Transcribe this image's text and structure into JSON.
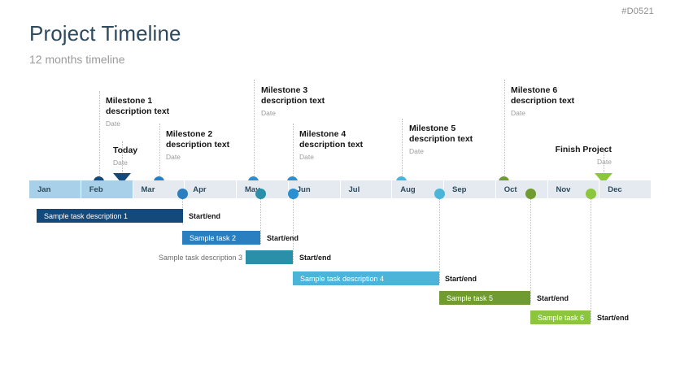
{
  "doc_id": "#D0521",
  "header": {
    "title": "Project Timeline",
    "subtitle": "12 months timeline"
  },
  "axis": {
    "months": [
      "Jan",
      "Feb",
      "Mar",
      "Apr",
      "May",
      "Jun",
      "Jul",
      "Aug",
      "Sep",
      "Oct",
      "Nov",
      "Dec"
    ],
    "elapsed_months": 2,
    "elapsed_color": "#a8d0e8",
    "remaining_color": "#e4eaf0",
    "month_label_color": "#2e4a5c"
  },
  "milestones": [
    {
      "title_line1": "Milestone 1",
      "title_line2": "description text",
      "date": "Date",
      "marker": "circle",
      "color": "#14497b"
    },
    {
      "title_line1": "Today",
      "title_line2": "",
      "date": "Date",
      "marker": "triangle-down",
      "color": "#14497b"
    },
    {
      "title_line1": "Milestone 2",
      "title_line2": "description text",
      "date": "Date",
      "marker": "circle",
      "color": "#2a7fc1"
    },
    {
      "title_line1": "Milestone 3",
      "title_line2": "description text",
      "date": "Date",
      "marker": "circle",
      "color": "#2a8fd0"
    },
    {
      "title_line1": "Milestone 4",
      "title_line2": "description text",
      "date": "Date",
      "marker": "circle",
      "color": "#2a8fd0"
    },
    {
      "title_line1": "Milestone 5",
      "title_line2": "description text",
      "date": "Date",
      "marker": "circle",
      "color": "#4bb4d8"
    },
    {
      "title_line1": "Milestone 6",
      "title_line2": "description text",
      "date": "Date",
      "marker": "circle",
      "color": "#6f9b30"
    },
    {
      "title_line1": "Finish Project",
      "title_line2": "",
      "date": "Date",
      "marker": "triangle-down",
      "color": "#8cc63e"
    }
  ],
  "sub_markers": [
    {
      "color": "#2a7fc1"
    },
    {
      "color": "#2a8fa8"
    },
    {
      "color": "#2a8fd0"
    },
    {
      "color": "#4bb4d8"
    },
    {
      "color": "#6f9b30"
    },
    {
      "color": "#8cc63e"
    }
  ],
  "tasks": [
    {
      "label": "Sample task description 1",
      "label_inside": true,
      "start_end": "Start/end",
      "color": "#14497b"
    },
    {
      "label": "Sample task 2",
      "label_inside": true,
      "start_end": "Start/end",
      "color": "#2a7fc1"
    },
    {
      "label": "Sample task description 3",
      "label_inside": false,
      "start_end": "Start/end",
      "color": "#2a8fa8"
    },
    {
      "label": "Sample task description 4",
      "label_inside": true,
      "start_end": "Start/end",
      "color": "#4bb4d8"
    },
    {
      "label": "Sample task 5",
      "label_inside": true,
      "start_end": "Start/end",
      "color": "#6f9b30"
    },
    {
      "label": "Sample task 6",
      "label_inside": true,
      "start_end": "Start/end",
      "color": "#8cc63e"
    }
  ]
}
